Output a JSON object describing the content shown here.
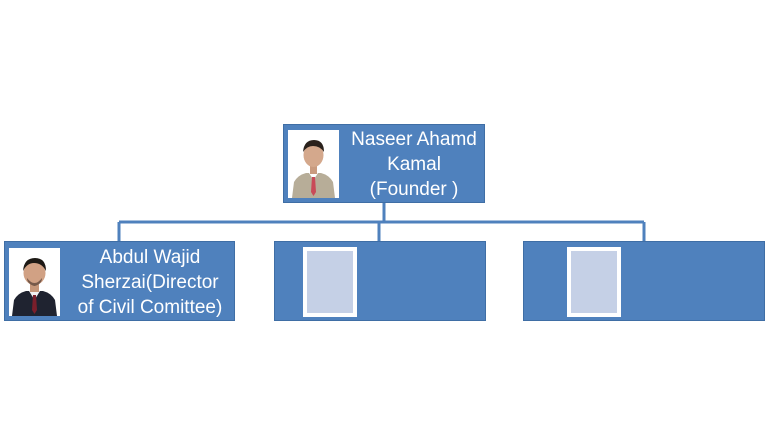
{
  "org_chart": {
    "root": {
      "name": "Naseer Ahamd Kamal (Founder )",
      "line1": "Naseer Ahamd",
      "line2": "Kamal",
      "line3": "(Founder )",
      "photo_icon": "person-photo-icon"
    },
    "children": [
      {
        "line1": "Abdul Wajid",
        "line2": "Sherzai(Director",
        "line3": "of Civil Comittee)",
        "photo_icon": "person-photo-icon"
      },
      {
        "line1": "",
        "line2": "",
        "line3": "",
        "photo_icon": "photo-placeholder-icon"
      },
      {
        "line1": "",
        "line2": "",
        "line3": "",
        "photo_icon": "photo-placeholder-icon"
      }
    ],
    "colors": {
      "node_fill": "#4f81bd",
      "connector": "#4f81bd",
      "placeholder_fill": "#c5d0e6",
      "text": "#ffffff"
    }
  }
}
